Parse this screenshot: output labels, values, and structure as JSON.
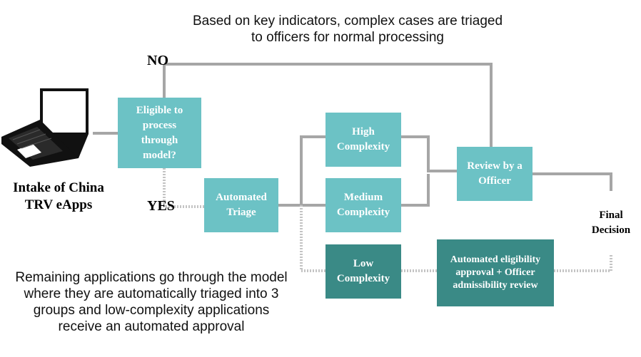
{
  "top_note": "Based on key indicators, complex cases are triaged to officers for normal processing",
  "bottom_note": "Remaining applications go through the model where they are automatically triaged into 3 groups and low-complexity applications receive an automated approval",
  "intake_label": "Intake of China TRV eApps",
  "labels": {
    "no": "NO",
    "yes": "YES",
    "final": "Final Decision"
  },
  "boxes": {
    "eligible": "Eligible to process through model?",
    "triage": "Automated Triage",
    "high": "High Complexity",
    "medium": "Medium Complexity",
    "low": "Low Complexity",
    "review": "Review by a Officer",
    "auto_approval": "Automated eligibility approval + Officer admissibility review"
  },
  "icons": {
    "intake": "laptop-icon"
  },
  "colors": {
    "light_box": "#6cc2c5",
    "dark_box": "#3a8a86",
    "connector": "#a6a6a6"
  }
}
